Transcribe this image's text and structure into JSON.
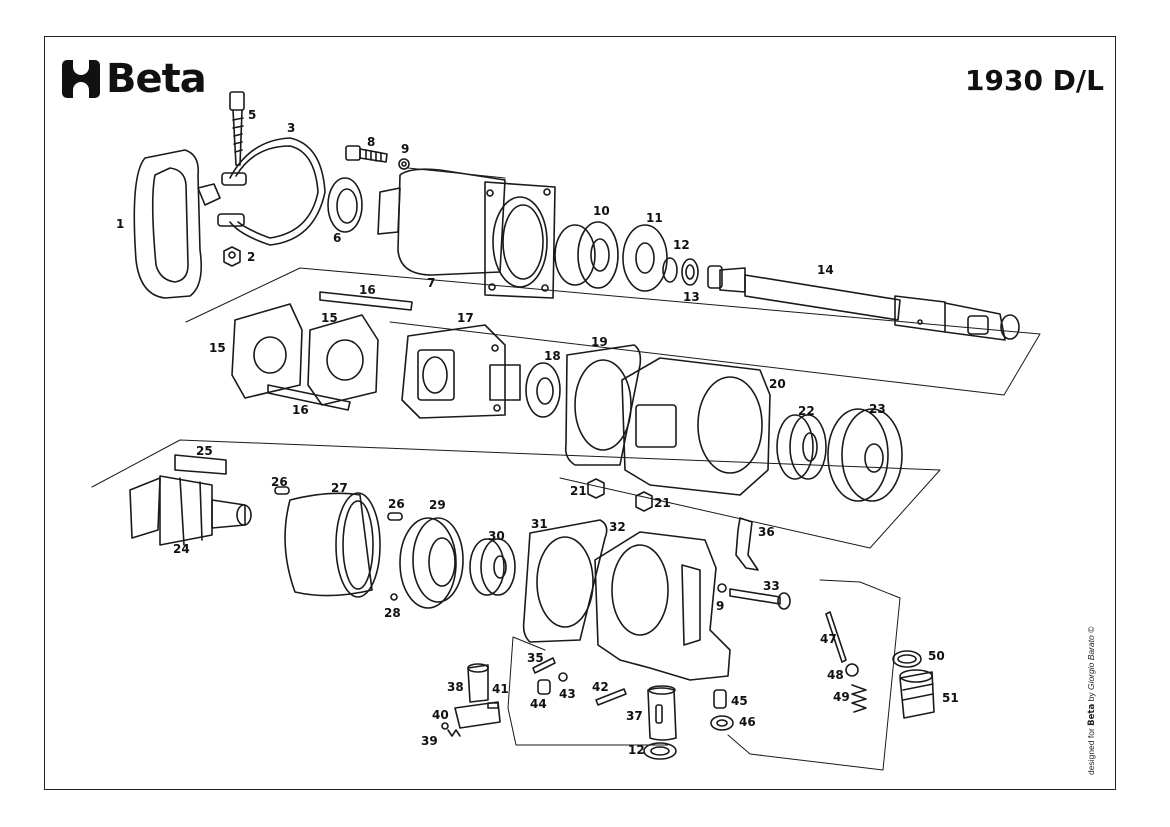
{
  "brand": {
    "name": "Beta",
    "logo_icon": "beta-wrench-logo"
  },
  "model": "1930 D/L",
  "credit": {
    "designed_for": "designed for",
    "brand": "Beta",
    "by": "by",
    "signature": "Giorgio Barato ©"
  },
  "parts": [
    "1",
    "2",
    "3",
    "5",
    "8",
    "9",
    "6",
    "7",
    "10",
    "11",
    "12",
    "13",
    "14",
    "16",
    "15",
    "17",
    "18",
    "19",
    "20",
    "22",
    "23",
    "21",
    "25",
    "26",
    "27",
    "29",
    "24",
    "28",
    "30",
    "31",
    "32",
    "33",
    "36",
    "35",
    "38",
    "40",
    "39",
    "41",
    "44",
    "43",
    "42",
    "37",
    "45",
    "46",
    "47",
    "48",
    "49",
    "50",
    "51"
  ]
}
